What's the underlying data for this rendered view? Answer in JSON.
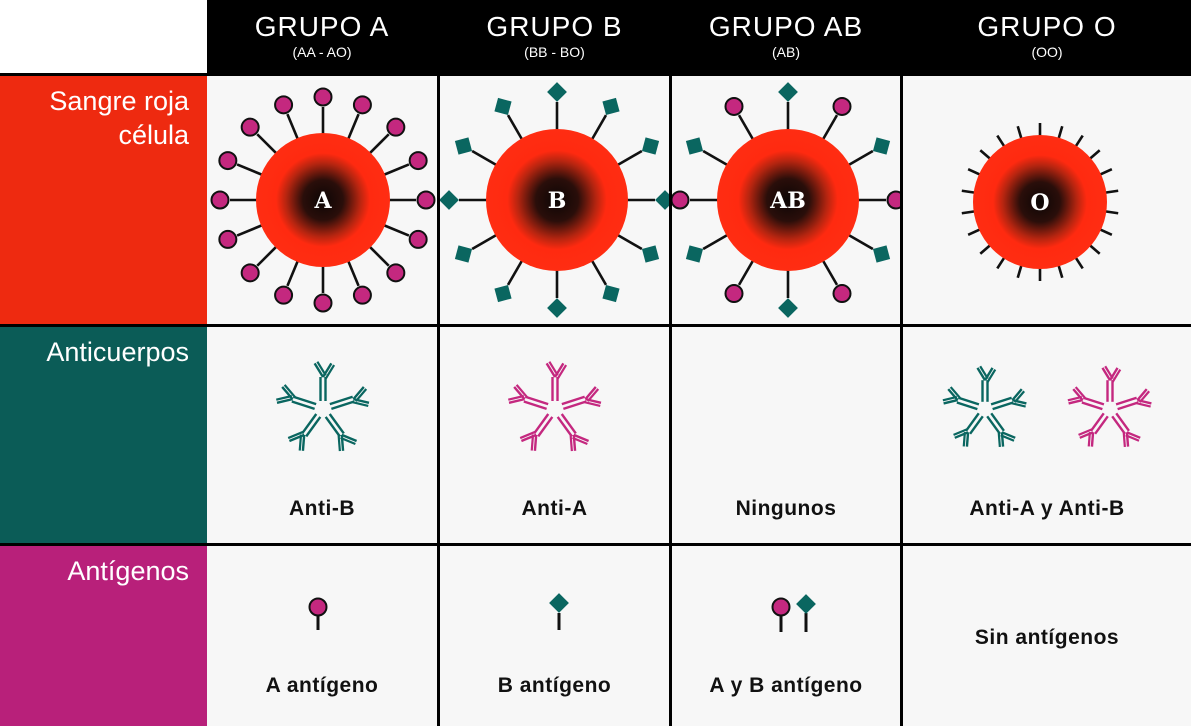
{
  "headers": [
    {
      "title": "GRUPO A",
      "sub": "(AA - AO)"
    },
    {
      "title": "GRUPO B",
      "sub": "(BB - BO)"
    },
    {
      "title": "GRUPO AB",
      "sub": "(AB)"
    },
    {
      "title": "GRUPO O",
      "sub": "(OO)"
    }
  ],
  "rows": {
    "cell": {
      "label_line1": "Sangre roja",
      "label_line2": "célula",
      "color": "#ee2a10"
    },
    "antibodies": {
      "label": "Anticuerpos",
      "color": "#0b5c57"
    },
    "antigens": {
      "label": "Antígenos",
      "color": "#b8207a"
    }
  },
  "cells": [
    {
      "letter": "A",
      "antigen": "a-circle",
      "antibody": "Anti-B",
      "antigen_caption": "A antígeno"
    },
    {
      "letter": "B",
      "antigen": "b-diamond",
      "antibody": "Anti-A",
      "antigen_caption": "B antígeno"
    },
    {
      "letter": "AB",
      "antigen": "a-and-b",
      "antibody": "Ningunos",
      "antigen_caption": "A y B antígeno"
    },
    {
      "letter": "O",
      "antigen": "none",
      "antibody": "Anti-A y Anti-B",
      "antigen_caption": "Sin antígenos"
    }
  ],
  "colors": {
    "antigen_a": "#c4287f",
    "antigen_b": "#0a6660",
    "antibody_a_teal": "#0a6660",
    "antibody_b_magenta": "#c4287f",
    "cell_red": "#ff2a10",
    "cell_core": "#1a0c0a"
  }
}
